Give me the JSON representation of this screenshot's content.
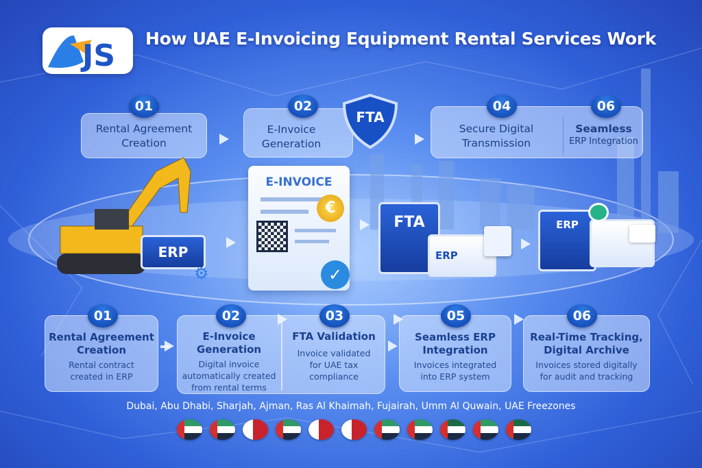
{
  "header": {
    "title": "How UAE E-Invoicing Equipment Rental Services Work",
    "logo_text": "AJS"
  },
  "top_steps": [
    {
      "num": "01",
      "title_1": "Rental Agreement",
      "title_2": "Creation"
    },
    {
      "num": "02",
      "title_1": "E-Invoice",
      "title_2": "Generation"
    },
    {
      "num": "04",
      "title_1": "Secure Digital",
      "title_2": "Transmission"
    },
    {
      "num": "06",
      "title_1": "Seamless",
      "title_2": "ERP Integration"
    }
  ],
  "fta_shield": "FTA",
  "illustration": {
    "erp_label": "ERP",
    "invoice_label": "E-INVOICE",
    "currency": "€",
    "fta_server": "FTA",
    "erp_laptop": "ERP",
    "erp_right": "ERP"
  },
  "bottom_steps": [
    {
      "num": "01",
      "title_1": "Rental Agreement",
      "title_2": "Creation",
      "desc_1": "Rental contract",
      "desc_2": "created in ERP"
    },
    {
      "num": "02",
      "title_1": "E-Invoice",
      "title_2": "Generation",
      "desc_1": "Digital invoice",
      "desc_2": "automatically created",
      "desc_3": "from rental terms"
    },
    {
      "num": "03",
      "title_1": "FTA Validation",
      "desc_1": "Invoice validated",
      "desc_2": "for UAE tax",
      "desc_3": "compliance"
    },
    {
      "num": "05",
      "title_1": "Seamless ERP",
      "title_2": "Integration",
      "desc_1": "Invoices integrated",
      "desc_2": "into ERP system"
    },
    {
      "num": "06",
      "title_1": "Real-Time Tracking,",
      "title_2": "Digital Archive",
      "desc_1": "Invoices stored digitally",
      "desc_2": "for audit and tracking"
    }
  ],
  "footer": {
    "cities": "Dubai, Abu Dhabi, Sharjah, Ajman, Ras Al Khaimah, Fujairah, Umm Al Quwain, UAE Freezones",
    "flags": [
      "uae",
      "uae",
      "bahrain",
      "uae",
      "bahrain",
      "bahrain",
      "uae",
      "uae",
      "uae-dark",
      "uae",
      "uae-dark"
    ]
  },
  "colors": {
    "badge": "#1750c0",
    "text": "#1a3f8e",
    "uae_red": "#d62f2f",
    "uae_green": "#1f8a5a"
  }
}
